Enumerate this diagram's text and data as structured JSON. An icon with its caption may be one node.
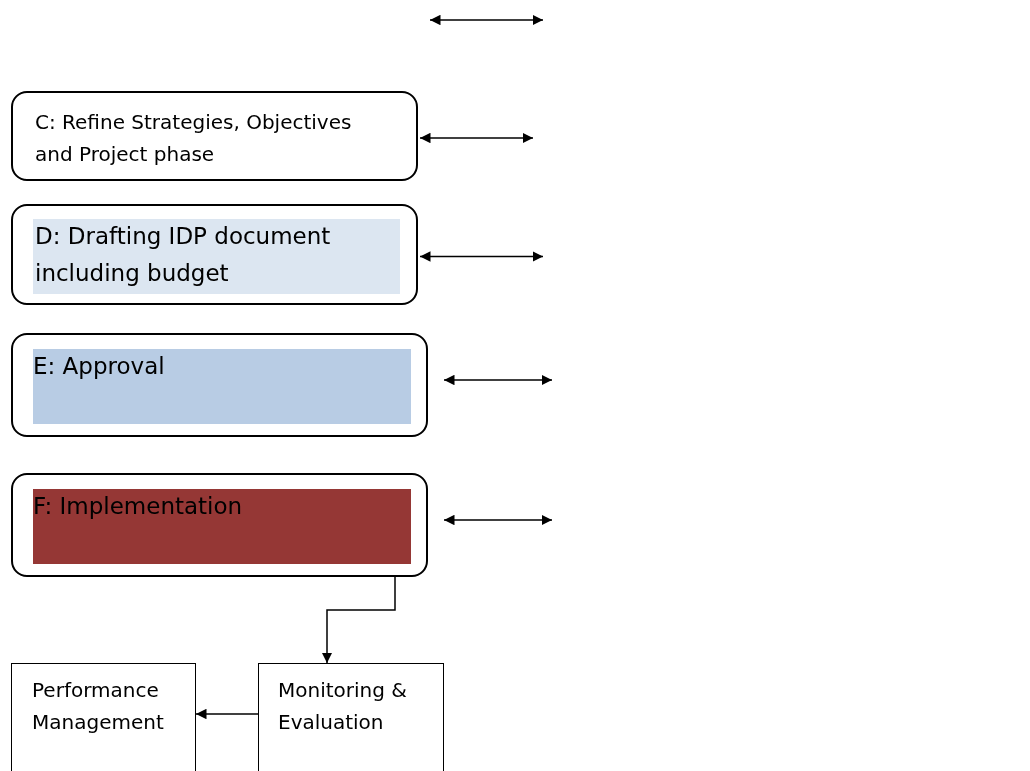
{
  "diagram": {
    "nodes": [
      {
        "text": [
          "C: Refine Strategies, Objectives and Project phase"
        ]
      },
      {
        "text": [
          "D: Drafting IDP document including budget"
        ]
      },
      {
        "text": [
          "E: Approval"
        ]
      },
      {
        "text": [
          "F: Implementation"
        ]
      },
      {
        "text": [
          "Performance Management"
        ]
      },
      {
        "text": [
          "Monitoring & Evaluation"
        ]
      }
    ],
    "edges": [
      {
        "from": 0,
        "to": null,
        "arrow": "both"
      },
      {
        "from": 1,
        "to": null,
        "arrow": "both"
      },
      {
        "from": 2,
        "to": null,
        "arrow": "both"
      },
      {
        "from": 3,
        "to": null,
        "arrow": "both"
      },
      {
        "from": 3,
        "to": 5,
        "arrow": "to"
      },
      {
        "from": 5,
        "to": 4,
        "arrow": "to"
      }
    ]
  }
}
